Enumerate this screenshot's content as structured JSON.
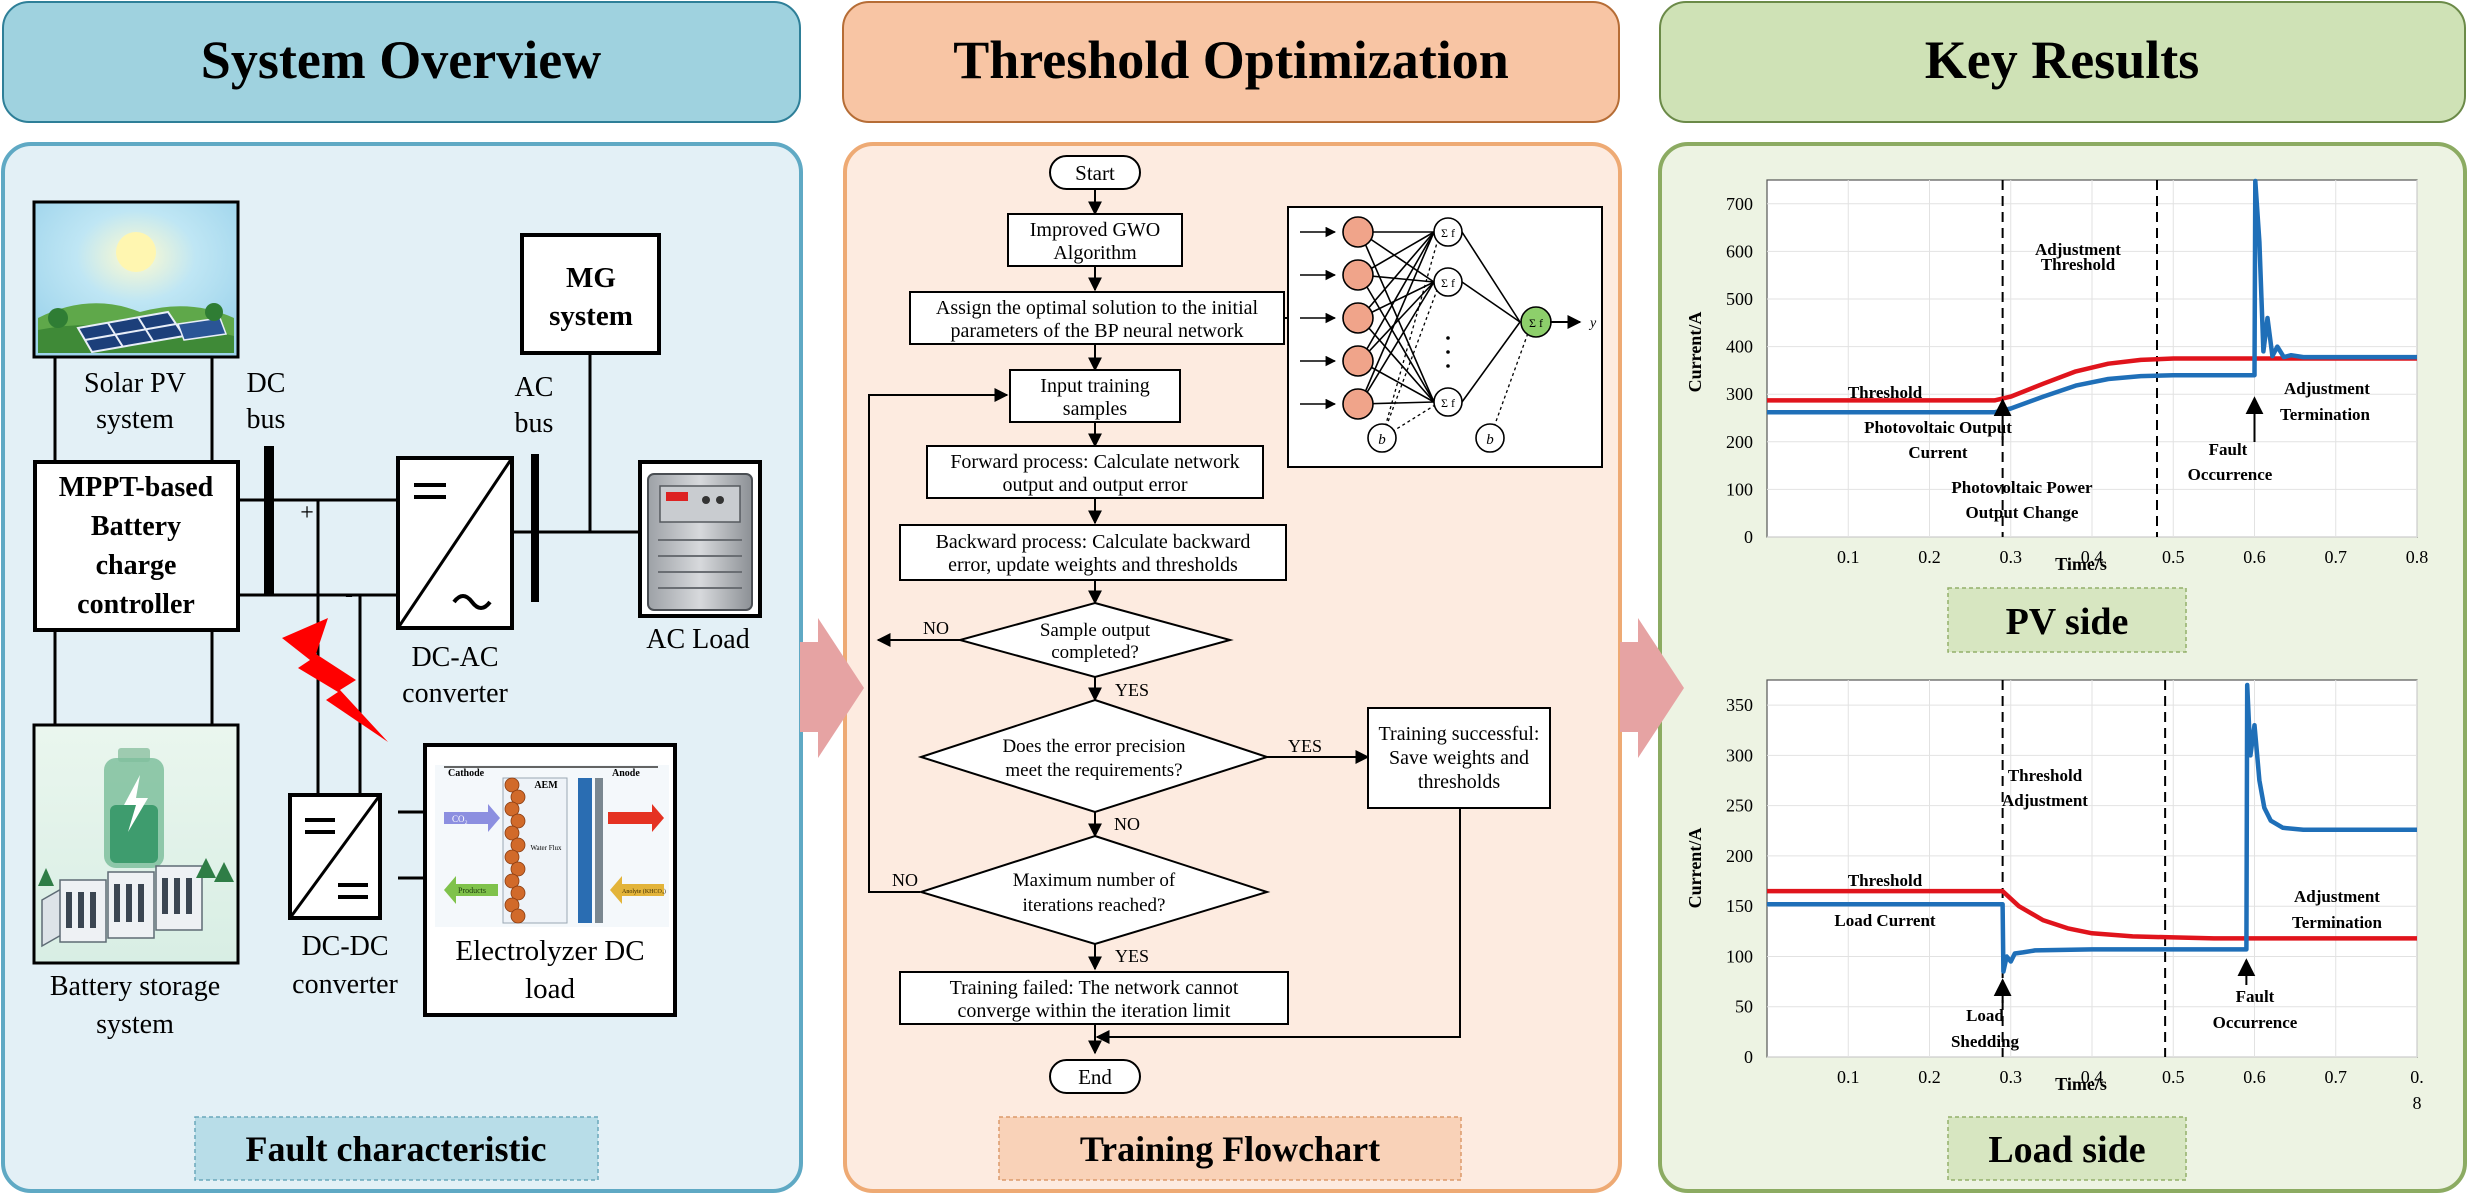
{
  "headers": {
    "system_overview": "System Overview",
    "threshold_optimization": "Threshold Optimization",
    "key_results": "Key Results"
  },
  "colors": {
    "blue_panel": "#e3f0f6",
    "blue_header": "#9fd2df",
    "blue_border": "#5fa9c4",
    "orange_panel": "#fdebe0",
    "orange_header": "#f8c5a4",
    "orange_border": "#eeaa74",
    "green_panel": "#edf3e3",
    "green_header": "#cfe2b6",
    "green_border": "#8cab62",
    "threshold_line": "#e0141c",
    "current_line": "#1f6fb8",
    "flow_arrow": "#e6a3a3"
  },
  "system": {
    "solar_label": [
      "Solar PV",
      "system"
    ],
    "dc_bus": [
      "DC",
      "bus"
    ],
    "mg_system": [
      "MG",
      "system"
    ],
    "ac_bus": [
      "AC",
      "bus"
    ],
    "mppt": [
      "MPPT-based",
      "Battery",
      "charge",
      "controller"
    ],
    "plus": "+",
    "minus": "-",
    "dcac": [
      "DC-AC",
      "converter"
    ],
    "ac_load": "AC Load",
    "battery_label": [
      "Battery storage",
      "system"
    ],
    "dcdc": [
      "DC-DC",
      "converter"
    ],
    "electrolyzer": [
      "Electrolyzer DC",
      "load"
    ],
    "electrolyzer_detail": {
      "cathode": "Cathode",
      "anode": "Anode",
      "aem": "AEM",
      "products": "Products",
      "co2": "CO₂",
      "water_flux": "Water Flux",
      "anolyte": "Anolyte (KHCO₃)"
    },
    "footer": "Fault characteristic"
  },
  "flowchart": {
    "start": "Start",
    "gwo": [
      "Improved GWO",
      "Algorithm"
    ],
    "assign": [
      "Assign the optimal solution to the initial",
      "parameters of the BP neural network"
    ],
    "input": [
      "Input training",
      "samples"
    ],
    "forward": [
      "Forward process: Calculate network",
      "output and output error"
    ],
    "backward": [
      "Backward process: Calculate backward",
      "error, update weights and thresholds"
    ],
    "sample_output": [
      "Sample output",
      "completed?"
    ],
    "error_precision": [
      "Does the error precision",
      "meet the requirements?"
    ],
    "max_iter": [
      "Maximum number of",
      "iterations reached?"
    ],
    "failed": [
      "Training failed: The network cannot",
      "converge within the iteration limit"
    ],
    "success": [
      "Training successful:",
      "Save weights and",
      "thresholds"
    ],
    "end": "End",
    "no": "NO",
    "yes": "YES",
    "nn_output": "y",
    "nn_bias": "b",
    "footer": "Training Flowchart"
  },
  "charts_text": {
    "pv_footer": "PV side",
    "load_footer": "Load side"
  },
  "chart_data": [
    {
      "id": "pv_side",
      "type": "line",
      "ylabel": "Current/A",
      "xlabel": "Time/s",
      "xlim": [
        0,
        0.8
      ],
      "ylim": [
        0,
        750
      ],
      "xticks": [
        "0.1",
        "0.2",
        "0.3",
        "0.4",
        "0.5",
        "0.6",
        "0.7",
        "0.8"
      ],
      "yticks": [
        0,
        100,
        200,
        300,
        400,
        500,
        600,
        700
      ],
      "grid": true,
      "dashed_vlines": [
        0.29,
        0.48
      ],
      "fault_vline": 0.6,
      "series": [
        {
          "name": "Threshold",
          "color": "#e0141c",
          "points": [
            [
              0,
              287
            ],
            [
              0.28,
              287
            ],
            [
              0.3,
              295
            ],
            [
              0.34,
              322
            ],
            [
              0.38,
              348
            ],
            [
              0.42,
              364
            ],
            [
              0.46,
              372
            ],
            [
              0.5,
              375
            ],
            [
              0.8,
              375
            ]
          ]
        },
        {
          "name": "Photovoltaic Output Current",
          "color": "#1f6fb8",
          "points": [
            [
              0,
              262
            ],
            [
              0.28,
              262
            ],
            [
              0.3,
              270
            ],
            [
              0.34,
              295
            ],
            [
              0.38,
              318
            ],
            [
              0.42,
              332
            ],
            [
              0.46,
              338
            ],
            [
              0.5,
              340
            ],
            [
              0.6,
              340
            ],
            [
              0.601,
              748
            ],
            [
              0.606,
              620
            ],
            [
              0.611,
              390
            ],
            [
              0.616,
              460
            ],
            [
              0.622,
              380
            ],
            [
              0.628,
              400
            ],
            [
              0.636,
              378
            ],
            [
              0.645,
              382
            ],
            [
              0.66,
              378
            ],
            [
              0.8,
              378
            ]
          ]
        }
      ],
      "annotations": [
        "Threshold",
        "Photovoltaic Output",
        "Current",
        "Photovoltaic Power",
        "Output Change",
        "Threshold",
        "Adjustment",
        "Fault",
        "Occurrence",
        "Adjustment",
        "Termination"
      ]
    },
    {
      "id": "load_side",
      "type": "line",
      "ylabel": "Current/A",
      "xlabel": "Time/s",
      "xlim": [
        0,
        0.8
      ],
      "ylim": [
        0,
        375
      ],
      "xticks": [
        "0.1",
        "0.2",
        "0.3",
        "0.4",
        "0.5",
        "0.6",
        "0.7",
        "0."
      ],
      "xtick_extra": "8",
      "yticks": [
        0,
        50,
        100,
        150,
        200,
        250,
        300,
        350
      ],
      "grid": true,
      "dashed_vlines": [
        0.29,
        0.49
      ],
      "fault_vline": 0.59,
      "series": [
        {
          "name": "Threshold",
          "color": "#e0141c",
          "points": [
            [
              0,
              165
            ],
            [
              0.29,
              165
            ],
            [
              0.31,
              150
            ],
            [
              0.34,
              136
            ],
            [
              0.37,
              128
            ],
            [
              0.4,
              123
            ],
            [
              0.45,
              120
            ],
            [
              0.5,
              119
            ],
            [
              0.55,
              118
            ],
            [
              0.8,
              118
            ]
          ]
        },
        {
          "name": "Load Current",
          "color": "#1f6fb8",
          "points": [
            [
              0,
              152
            ],
            [
              0.29,
              152
            ],
            [
              0.291,
              85
            ],
            [
              0.295,
              100
            ],
            [
              0.3,
              95
            ],
            [
              0.305,
              103
            ],
            [
              0.315,
              104
            ],
            [
              0.33,
              106
            ],
            [
              0.4,
              107
            ],
            [
              0.59,
              107
            ],
            [
              0.591,
              370
            ],
            [
              0.595,
              300
            ],
            [
              0.6,
              330
            ],
            [
              0.606,
              275
            ],
            [
              0.612,
              248
            ],
            [
              0.62,
              235
            ],
            [
              0.635,
              228
            ],
            [
              0.66,
              226
            ],
            [
              0.8,
              226
            ]
          ]
        }
      ],
      "annotations": [
        "Threshold",
        "Load Current",
        "Load",
        "Shedding",
        "Threshold",
        "Adjustment",
        "Fault",
        "Occurrence",
        "Adjustment",
        "Termination"
      ]
    }
  ]
}
